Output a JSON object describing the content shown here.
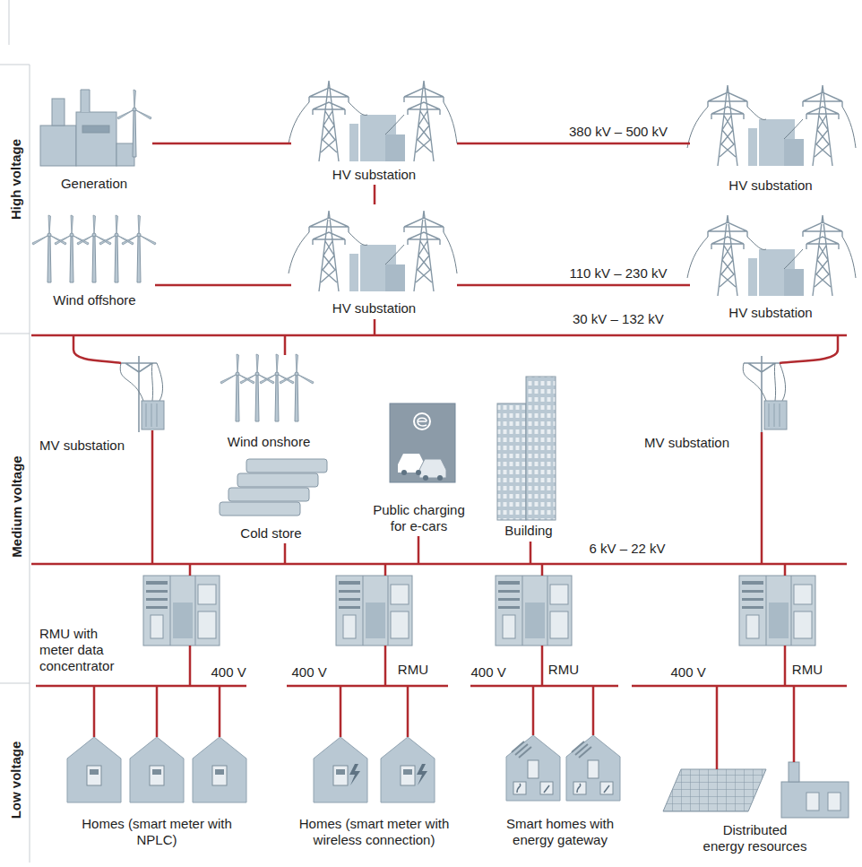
{
  "diagram": {
    "nodes": [
      {
        "text": [
          "Generation"
        ]
      },
      {
        "text": [
          "HV substation"
        ]
      },
      {
        "text": [
          "HV substation"
        ]
      },
      {
        "text": [
          "Wind offshore"
        ]
      },
      {
        "text": [
          "HV substation"
        ]
      },
      {
        "text": [
          "HV substation"
        ]
      },
      {
        "text": [
          "MV substation"
        ]
      },
      {
        "text": [
          "Wind onshore"
        ]
      },
      {
        "text": [
          "Cold store"
        ]
      },
      {
        "text": [
          "Public charging for e-cars"
        ]
      },
      {
        "text": [
          "Building"
        ]
      },
      {
        "text": [
          "MV substation"
        ]
      },
      {
        "text": [
          "RMU with meter data concentrator"
        ]
      },
      {
        "text": [
          "RMU"
        ]
      },
      {
        "text": [
          "RMU"
        ]
      },
      {
        "text": [
          "RMU"
        ]
      },
      {
        "text": [
          "Homes (smart meter with NPLC)"
        ]
      },
      {
        "text": [
          "Homes (smart meter with wireless connection)"
        ]
      },
      {
        "text": [
          "Smart homes with energy gateway"
        ]
      },
      {
        "text": [
          "Distributed energy resources"
        ]
      }
    ],
    "edges": [
      {
        "from": 0,
        "to": 1,
        "arrow": "none"
      },
      {
        "from": 1,
        "to": 2,
        "label": "380 kV – 500 kV",
        "arrow": "none"
      },
      {
        "from": 1,
        "to": 4,
        "arrow": "none"
      },
      {
        "from": 3,
        "to": 4,
        "arrow": "none"
      },
      {
        "from": 4,
        "to": 5,
        "label": "110 kV – 230 kV",
        "arrow": "none"
      }
    ],
    "labels": [
      "High voltage",
      "Medium voltage",
      "Low voltage",
      "30 kV – 132 kV",
      "6 kV – 22 kV",
      "400 V",
      "400 V",
      "400 V",
      "400 V"
    ]
  }
}
